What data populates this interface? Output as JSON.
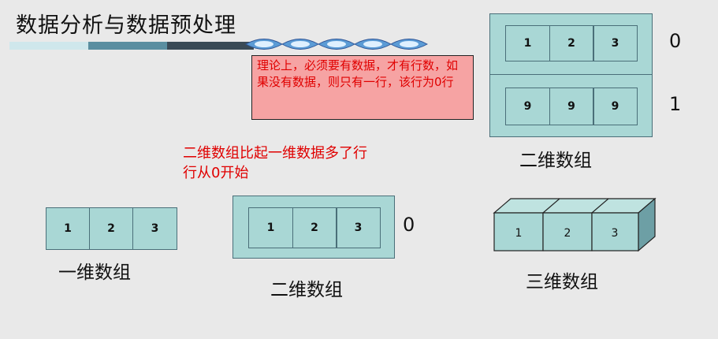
{
  "title": "数据分析与数据预处理",
  "note": "理论上，必须要有数据，才有行数，如果没有数据，则只有一行，该行为0行",
  "red_text": [
    "二维数组比起一维数据多了行",
    "行从0开始"
  ],
  "one_d": {
    "cells": [
      "1",
      "2",
      "3"
    ],
    "caption": "一维数组"
  },
  "two_d_small": {
    "cells": [
      "1",
      "2",
      "3"
    ],
    "row_index": "0",
    "caption": "二维数组"
  },
  "two_d_big": {
    "rows": [
      {
        "cells": [
          "1",
          "2",
          "3"
        ],
        "index": "0"
      },
      {
        "cells": [
          "9",
          "9",
          "9"
        ],
        "index": "1"
      }
    ],
    "caption": "二维数组"
  },
  "three_d": {
    "cells": [
      "1",
      "2",
      "3"
    ],
    "caption": "三维数组"
  },
  "colors": {
    "cell_fill": "#a9d7d5",
    "border": "#4a6f79",
    "note_fill": "#f6a3a3",
    "red": "#e00000"
  }
}
